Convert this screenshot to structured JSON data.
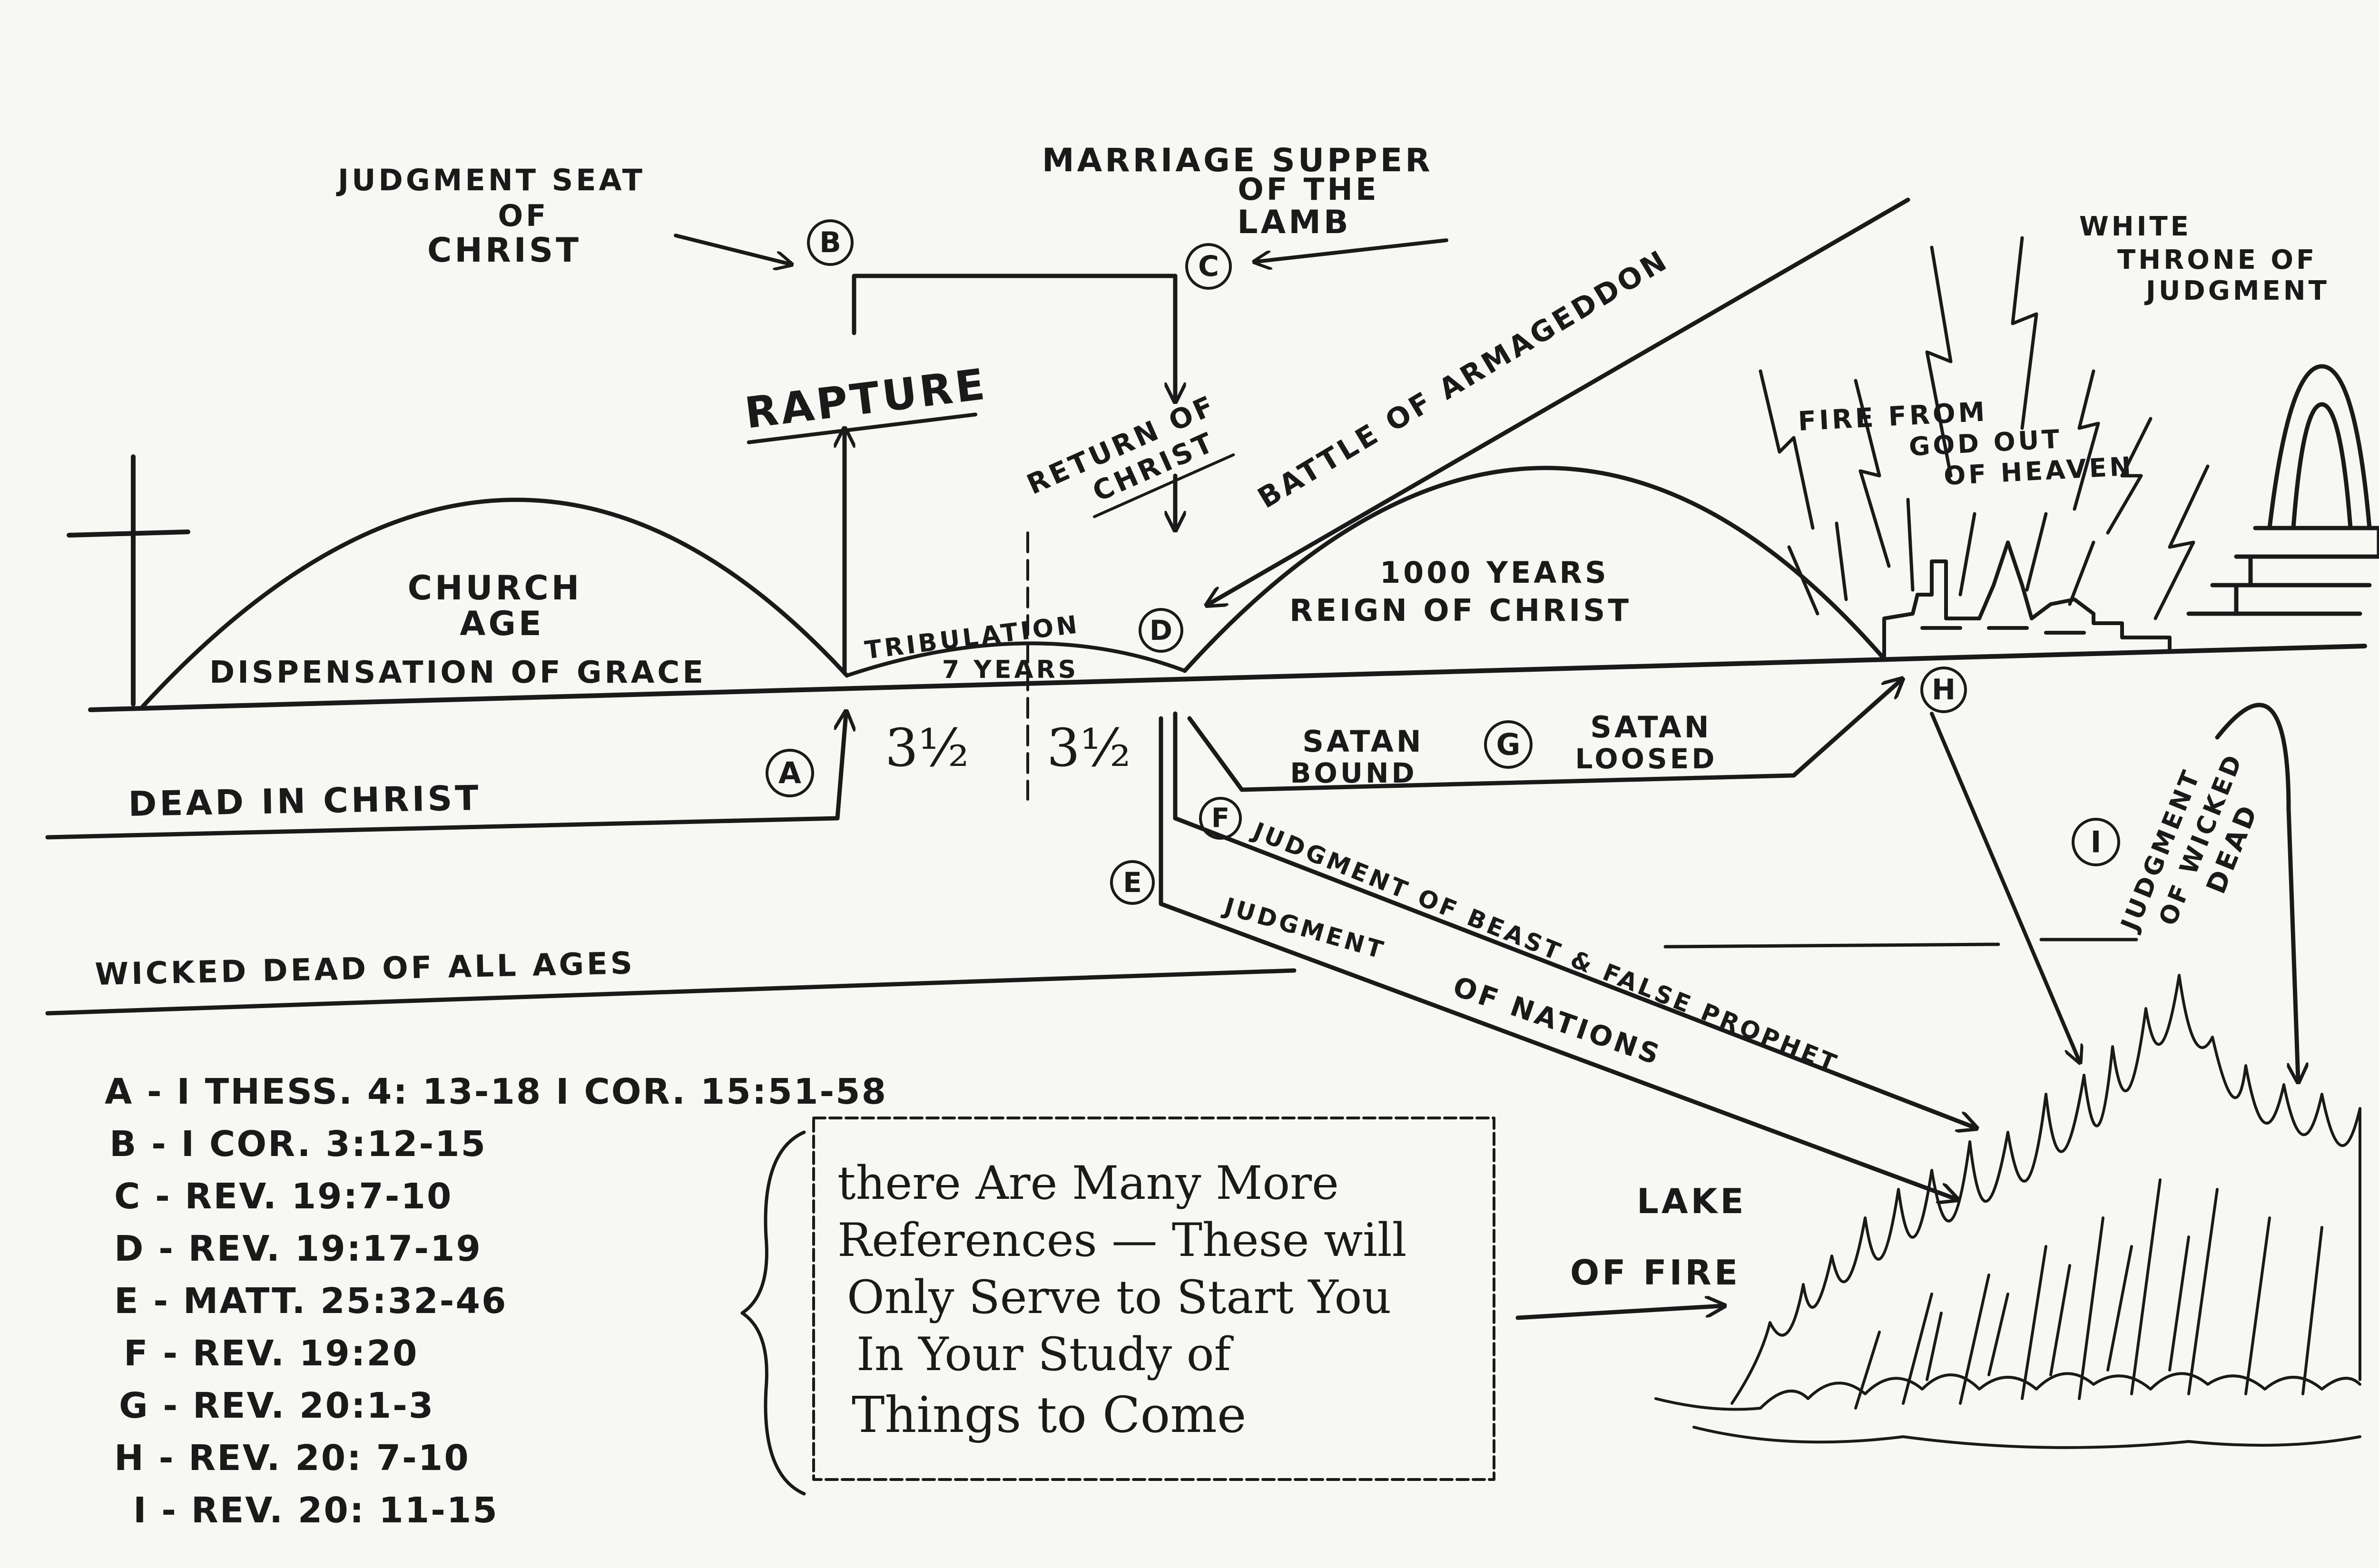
{
  "labels": {
    "judgment_seat": [
      "JUDGMENT SEAT",
      "OF",
      "CHRIST"
    ],
    "marriage_supper": [
      "MARRIAGE SUPPER",
      "OF THE",
      "LAMB"
    ],
    "white_throne": [
      "WHITE",
      "THRONE OF",
      "JUDGMENT"
    ],
    "rapture": "RAPTURE",
    "return_of_christ": [
      "RETURN OF",
      "CHRIST"
    ],
    "battle_of_armageddon": "BATTLE OF ARMAGEDDON",
    "fire_from_god": [
      "FIRE FROM",
      "GOD OUT",
      "OF HEAVEN"
    ],
    "church_age": [
      "CHURCH",
      "AGE"
    ],
    "dispensation_of_grace": "DISPENSATION OF GRACE",
    "tribulation": [
      "TRIBULATION",
      "7 YEARS"
    ],
    "thousand_years": [
      "1000 YEARS",
      "REIGN OF CHRIST"
    ],
    "three_half_left": "3½",
    "three_half_right": "3½",
    "dead_in_christ": "DEAD IN CHRIST",
    "satan_bound": [
      "SATAN",
      "BOUND"
    ],
    "satan_loosed": [
      "SATAN",
      "LOOSED"
    ],
    "judgment_beast": "JUDGMENT OF BEAST & FALSE PROPHET",
    "judgment_nations": [
      "JUDGMENT",
      "OF NATIONS"
    ],
    "judgment_wicked_dead": [
      "JUDGMENT",
      "OF WICKED",
      "DEAD"
    ],
    "wicked_dead": "WICKED DEAD OF ALL AGES",
    "lake_of_fire": [
      "LAKE",
      "OF FIRE"
    ]
  },
  "markers": [
    "A",
    "B",
    "C",
    "D",
    "E",
    "F",
    "G",
    "H",
    "I"
  ],
  "references": [
    "A - I THESS. 4: 13-18   I COR. 15:51-58",
    "B - I COR. 3:12-15",
    "C - REV. 19:7-10",
    "D - REV. 19:17-19",
    "E - MATT. 25:32-46",
    "F - REV. 19:20",
    "G - REV. 20:1-3",
    "H - REV. 20: 7-10",
    "I - REV. 20: 11-15"
  ],
  "note_lines": [
    "there Are Many More",
    "References — These will",
    "Only Serve to Start You",
    "In Your Study of",
    "Things to Come"
  ]
}
